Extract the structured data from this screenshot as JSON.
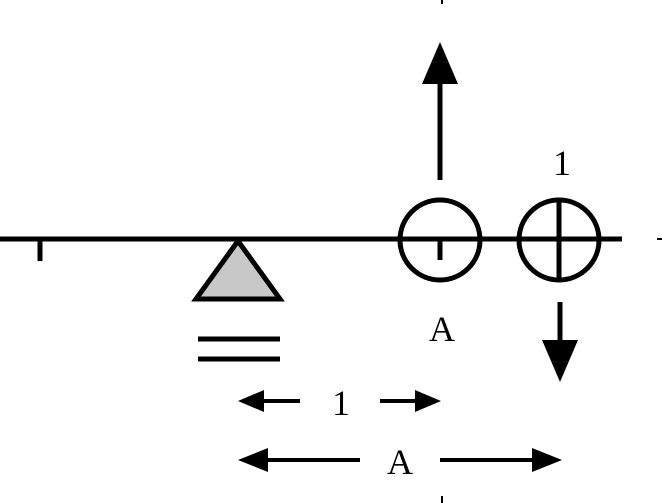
{
  "diagram": {
    "labels": {
      "unit_top": "1",
      "point": "A",
      "dist_unit": "1",
      "dist_a": "A"
    },
    "colors": {
      "line": "#000000",
      "fulcrum_fill": "#c8c8c8",
      "background": "#ffffff"
    }
  }
}
